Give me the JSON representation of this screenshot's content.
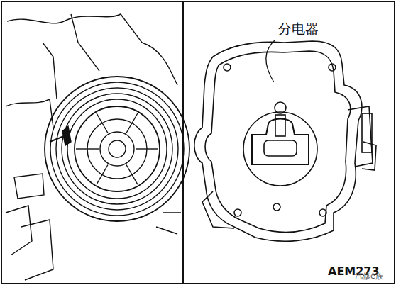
{
  "diagram": {
    "labels": [
      "分电器",
      "AEM273",
      "汽修e族"
    ]
  }
}
